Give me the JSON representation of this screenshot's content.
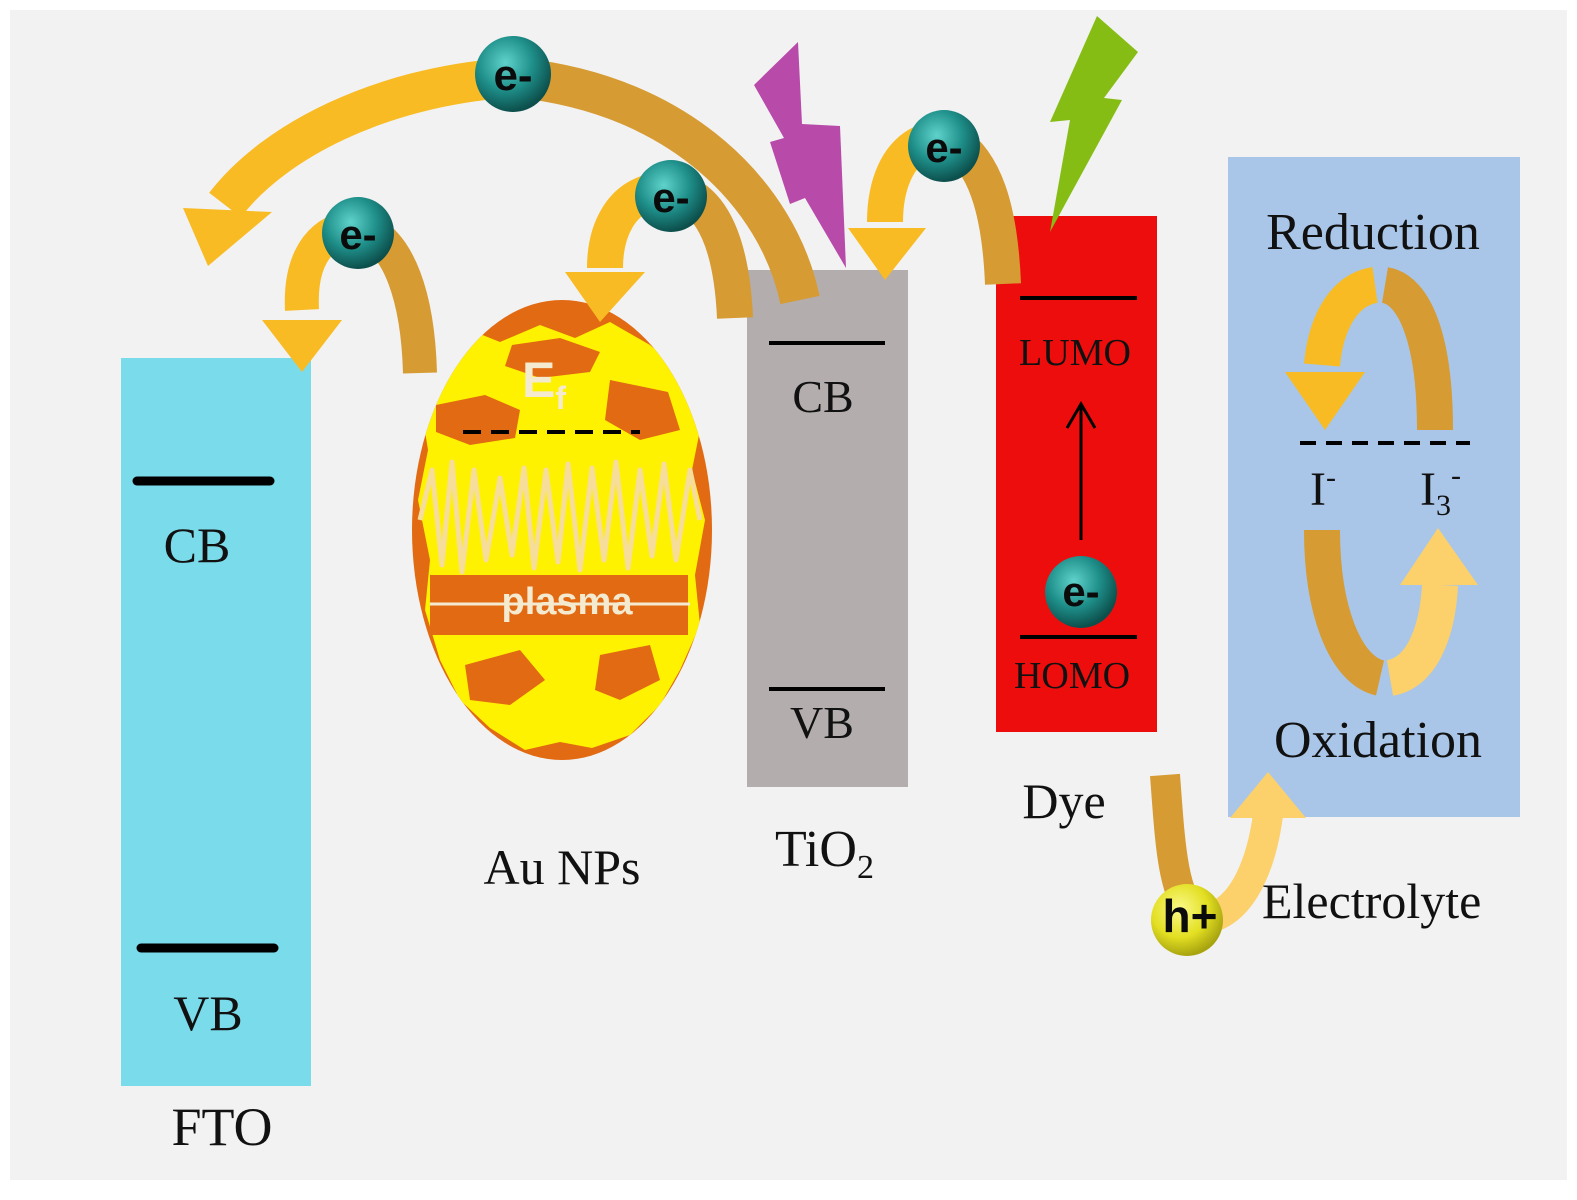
{
  "colors": {
    "background": "#f2f2f2",
    "fto": "#7adbea",
    "tio2": "#b3adad",
    "dye": "#ee0d0d",
    "electrolyte": "#a9c6e8",
    "arrow_light": "#f8bb24",
    "arrow_dark": "#d69b33",
    "electron": "#1f8f8a",
    "hole": "#e3df22",
    "au_outer": "#e16a12",
    "au_inner": "#fef200",
    "flash_purple": "#b84aa9",
    "flash_green": "#86bd15"
  },
  "fto": {
    "label": "FTO",
    "cb": "CB",
    "vb": "VB"
  },
  "au": {
    "label": "Au NPs",
    "ef_main": "E",
    "ef_sub": "f",
    "plasma": "plasma"
  },
  "tio2": {
    "label_main": "TiO",
    "label_sub": "2",
    "cb": "CB",
    "vb": "VB"
  },
  "dye": {
    "label": "Dye",
    "lumo": "LUMO",
    "homo": "HOMO"
  },
  "electrolyte": {
    "label": "Electrolyte",
    "reduction": "Reduction",
    "oxidation": "Oxidation",
    "iodide_main": "I",
    "iodide_sup": "-",
    "triiodide_main": "I",
    "triiodide_sub": "3",
    "triiodide_sup": "-"
  },
  "carriers": {
    "electron": "e-",
    "hole": "h+"
  }
}
